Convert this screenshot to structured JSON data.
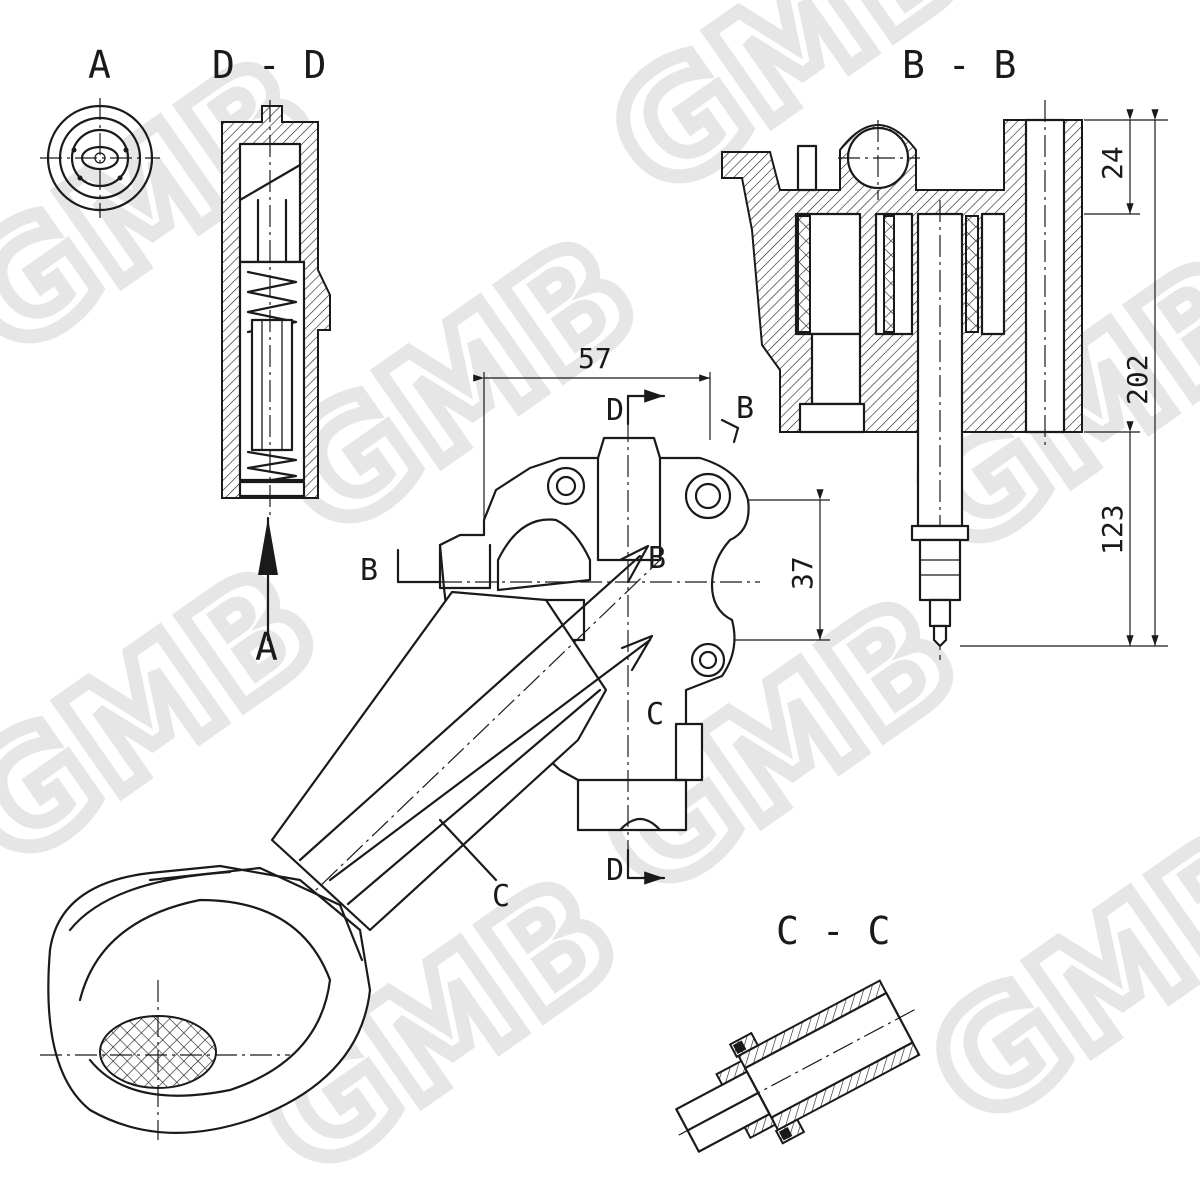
{
  "watermark": {
    "text": "GMB",
    "color": "#e6e6e6"
  },
  "views": {
    "a": {
      "label": "A"
    },
    "dd": {
      "label": "D - D"
    },
    "bb": {
      "label": "B - B"
    },
    "cc": {
      "label": "C - C"
    }
  },
  "markers": {
    "d_top": "D",
    "d_bottom": "D",
    "b_right": "B",
    "b_left": "B",
    "b_center": "B",
    "c_right": "C",
    "c_leader": "C",
    "a_arrow": "A"
  },
  "dimensions": {
    "width_57": "57",
    "height_37": "37",
    "top_24": "24",
    "total_202": "202",
    "lower_123": "123"
  },
  "colors": {
    "line": "#1a1a1a",
    "background": "#ffffff"
  }
}
